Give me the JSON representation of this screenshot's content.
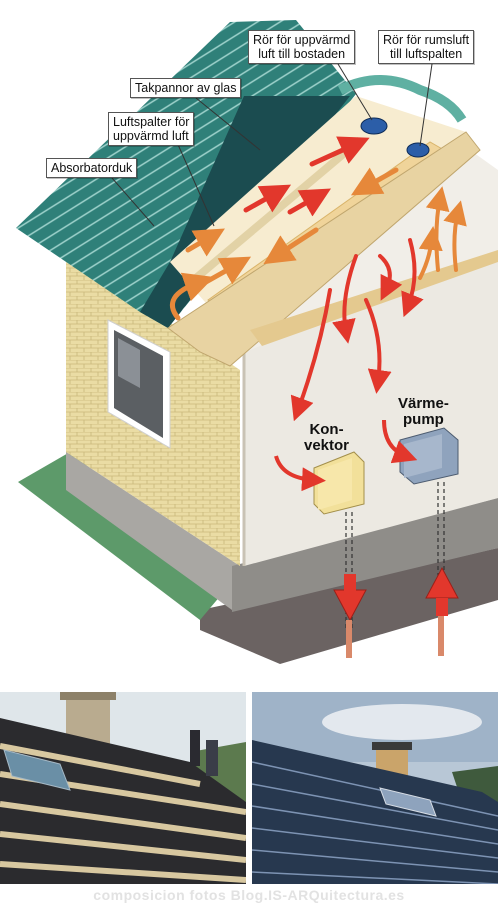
{
  "labels": {
    "pipe_warm": "Rör för uppvärmd\nluft till bostaden",
    "pipe_room": "Rör för rumsluft\ntill luftspalten",
    "glass_tiles": "Takpannor av glas",
    "air_gaps": "Luftspalter för\nuppvärmd luft",
    "absorber": "Absorbatorduk",
    "convector": "Kon-\nvektor",
    "heat_pump": "Värme-\npump"
  },
  "caption": "composicion fotos    Blog.IS-ARQuitectura.es",
  "colors": {
    "glass_roof": "#2e7f7a",
    "absorber_cloth": "#1b4c50",
    "brick_wall": "#e8d9a0",
    "inner_wall": "#ece9e2",
    "air_channel": "#f0d9a0",
    "arrow_warm": "#e2372c",
    "arrow_orange": "#e6883a",
    "ground": "#6b6362",
    "grass": "#5d9a6a"
  }
}
